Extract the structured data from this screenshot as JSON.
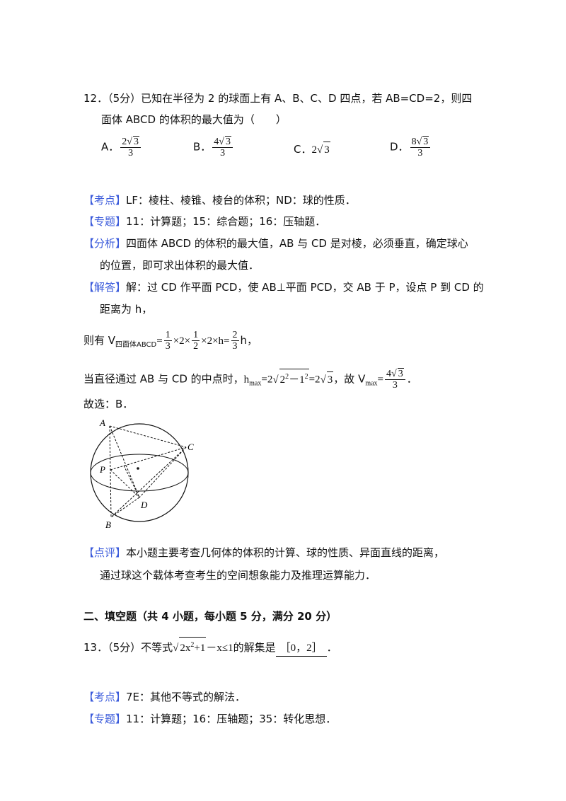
{
  "q12": {
    "line1": "12．（5分）已知在半径为 2 的球面上有 A、B、C、D 四点，若 AB=CD=2，则四",
    "line2": "面体 ABCD 的体积的最大值为（　　）",
    "choices": [
      {
        "letter": "A．",
        "coef": "2",
        "rad": "3",
        "den": "3"
      },
      {
        "letter": "B．",
        "coef": "4",
        "rad": "3",
        "den": "3"
      },
      {
        "letter": "C．",
        "coef": "2",
        "rad": "3"
      },
      {
        "letter": "D．",
        "coef": "8",
        "rad": "3",
        "den": "3"
      }
    ],
    "kaodian_tag": "【考点】",
    "kaodian": "LF：棱柱、棱锥、棱台的体积；ND：球的性质．",
    "zhuanti_tag": "【专题】",
    "zhuanti": "11：计算题；15：综合题；16：压轴题．",
    "fenxi_tag": "【分析】",
    "fenxi1": "四面体 ABCD 的体积的最大值，AB 与 CD 是对棱，必须垂直，确定球心",
    "fenxi2": "的位置，即可求出体积的最大值．",
    "jieda_tag": "【解答】",
    "jieda1": "解：过 CD 作平面 PCD，使 AB⊥平面 PCD，交 AB 于 P，设点 P 到 CD 的",
    "jieda2": "距离为 h，",
    "vol_prefix": "则有 V",
    "vol_sub": "四面体ABCD",
    "vol_eq": "=",
    "vol_mid": "×2×",
    "vol_mid2": "×2×h=",
    "vol_end": "h，",
    "f1": {
      "num": "1",
      "den": "3"
    },
    "f2": {
      "num": "1",
      "den": "2"
    },
    "f3": {
      "num": "2",
      "den": "3"
    },
    "dia_prefix": "当直径通过 AB 与 CD 的中点时，",
    "h": "h",
    "max": "max",
    "dia_eq": "=2",
    "dia_rad_a": "2",
    "dia_rad_b": "－1",
    "exp": "2",
    "dia_res": "=2",
    "dia_res_rad": "3",
    "dia_gu": "，故 V",
    "dia_res2": "=",
    "f4": {
      "num_coef": "4",
      "num_rad": "3",
      "den": "3"
    },
    "dia_end": "．",
    "answer": "故选：B．",
    "diagram_labels": {
      "A": "A",
      "B": "B",
      "C": "C",
      "D": "D",
      "P": "P"
    },
    "dianping_tag": "【点评】",
    "dianping1": "本小题主要考查几何体的体积的计算、球的性质、异面直线的距离，",
    "dianping2": "通过球这个载体考查考生的空间想象能力及推理运算能力．"
  },
  "section2": {
    "title": "二、填空题（共 4 小题，每小题 5 分，满分 20 分）"
  },
  "q13": {
    "prefix": "13．（5分）不等式",
    "rad_a": "2x",
    "exp": "2",
    "rad_b": "+1",
    "after": "－x≤1",
    "mid": "的解集是",
    "answer": "［0，2］",
    "end": "．",
    "kaodian_tag": "【考点】",
    "kaodian": "7E：其他不等式的解法．",
    "zhuanti_tag": "【专题】",
    "zhuanti": "11：计算题；16：压轴题；35：转化思想．"
  }
}
